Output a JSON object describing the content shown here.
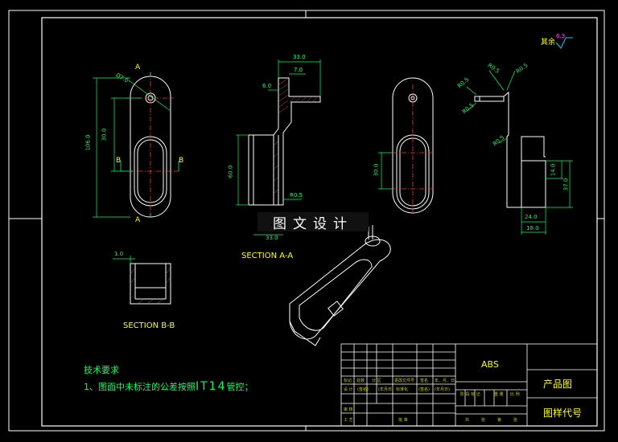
{
  "surface_finish": {
    "label": "其余",
    "value": "6.3"
  },
  "section_labels": {
    "a": "A",
    "b": "B",
    "section_aa": "SECTION A-A",
    "section_bb": "SECTION B-B"
  },
  "dims": {
    "front_dia": "Ø7.0",
    "front_106": "106.0",
    "front_30": "30.0",
    "top_33": "33.0",
    "top_7": "7.0",
    "top_6": "6.0",
    "side_60": "60.0",
    "side_r05": "R0.5",
    "side_33": "33.0",
    "rear_30": "30.0",
    "right_r05_a": "R0.5",
    "right_r05_b": "R0.5",
    "right_r05_c": "R0.5",
    "right_r05_d": "R0.5",
    "right_r05_e": "R0.5",
    "right_14": "14.0",
    "right_37": "37.0",
    "right_24": "24.0",
    "right_18": "18.0",
    "bb_10": "1.0"
  },
  "watermark": "图文设计",
  "tech_requirements": {
    "title": "技术要求",
    "item1_prefix": "1、图面中未标注的公差按照",
    "item1_grade": "IT14",
    "item1_suffix": "管控；"
  },
  "title_block": {
    "material": "ABS",
    "product": "产品图",
    "drawing_no": "图样代号",
    "row_labels1": [
      "标记",
      "处数",
      "分 区",
      "更改文件号",
      "签名",
      "年、月、日"
    ],
    "row_labels2": [
      "设 计",
      "(签名)",
      "(年月日)",
      "标准化",
      "(签名)",
      "(年月日)"
    ],
    "row_labels3": [
      "审 核"
    ],
    "row_labels4": [
      "工 艺",
      "批 准"
    ],
    "stage_labels": [
      "阶 段 标 记",
      "重 量",
      "比 例"
    ],
    "sheet_labels": [
      "共",
      "张",
      "第",
      "张"
    ]
  },
  "colors": {
    "frame": "#ffffff",
    "outline": "#ffffff",
    "center": "#ff3030",
    "dim": "#00ff66",
    "text": "#ffff00",
    "tb": "#cccc00"
  }
}
